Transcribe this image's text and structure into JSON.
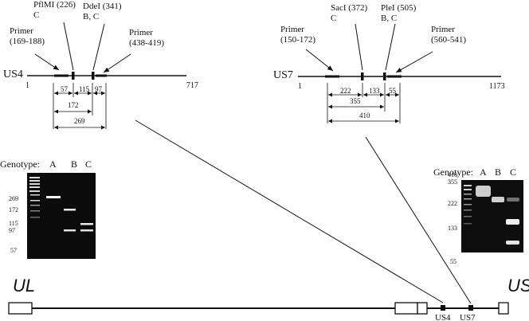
{
  "left_map": {
    "name": "US4",
    "start": "1",
    "end": "717",
    "primer_fwd": [
      "Primer",
      "(169-188)"
    ],
    "site1": [
      "PflMI (226)",
      "C"
    ],
    "site2": [
      "DdeI (341)",
      "B, C"
    ],
    "primer_rev": [
      "Primer",
      "(438-419)"
    ],
    "segments": [
      "57",
      "115",
      "97"
    ],
    "spans": [
      "172",
      "269"
    ]
  },
  "right_map": {
    "name": "US7",
    "start": "1",
    "end": "1173",
    "primer_fwd": [
      "Primer",
      "(150-172)"
    ],
    "site1": [
      "SacI (372)",
      "C"
    ],
    "site2": [
      "PleI (505)",
      "B, C"
    ],
    "primer_rev": [
      "Primer",
      "(560-541)"
    ],
    "segments": [
      "222",
      "133",
      "55"
    ],
    "spans": [
      "355",
      "410"
    ]
  },
  "left_gel": {
    "label": "Genotype:",
    "lanes": [
      "A",
      "B",
      "C"
    ],
    "sizes": [
      "269",
      "172",
      "115",
      "97",
      "57"
    ]
  },
  "right_gel": {
    "label": "Genotype:",
    "lanes": [
      "A",
      "B",
      "C"
    ],
    "sizes": [
      "410",
      "355",
      "222",
      "133",
      "55"
    ]
  },
  "genome": {
    "ul": "UL",
    "us": "US",
    "us4": "US4",
    "us7": "US7"
  }
}
